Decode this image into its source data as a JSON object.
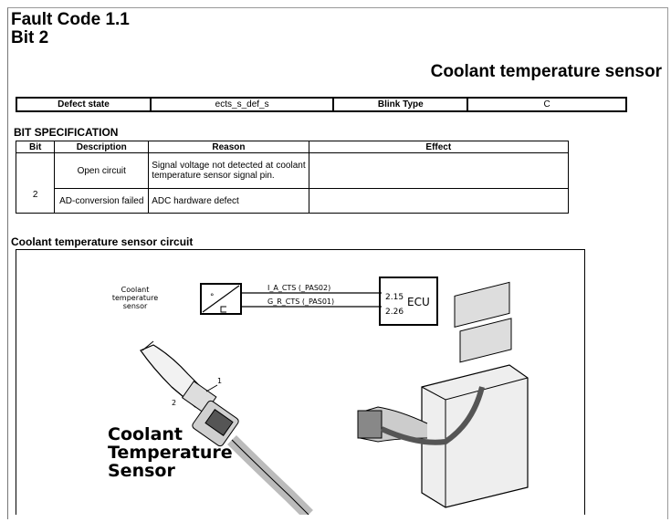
{
  "header": {
    "title_line1": "Fault Code 1.1",
    "title_line2": "Bit 2",
    "subtitle": "Coolant temperature sensor"
  },
  "defect_row": {
    "label": "Defect state",
    "value": "ects_s_def_s",
    "blink_label": "Blink Type",
    "blink_value": "C"
  },
  "bit_spec": {
    "heading": "BIT SPECIFICATION",
    "columns": [
      "Bit",
      "Description",
      "Reason",
      "Effect"
    ],
    "bit": "2",
    "rows": [
      {
        "description": "Open circuit",
        "reason": "Signal voltage not detected at coolant temperature sensor signal pin.",
        "effect": ""
      },
      {
        "description": "AD-conversion failed",
        "reason": "ADC hardware defect",
        "effect": ""
      }
    ]
  },
  "circuit": {
    "heading": "Coolant temperature sensor circuit",
    "sensor_label": [
      "Coolant",
      "temperature",
      "sensor"
    ],
    "wire1": "I_A_CTS (_PAS02)",
    "wire2": "G_R_CTS (_PAS01)",
    "pin1": "2.15",
    "pin2": "2.26",
    "ecu": "ECU",
    "callout1": "1",
    "callout2": "2",
    "big_label": [
      "Coolant",
      "Temperature",
      "Sensor"
    ]
  }
}
